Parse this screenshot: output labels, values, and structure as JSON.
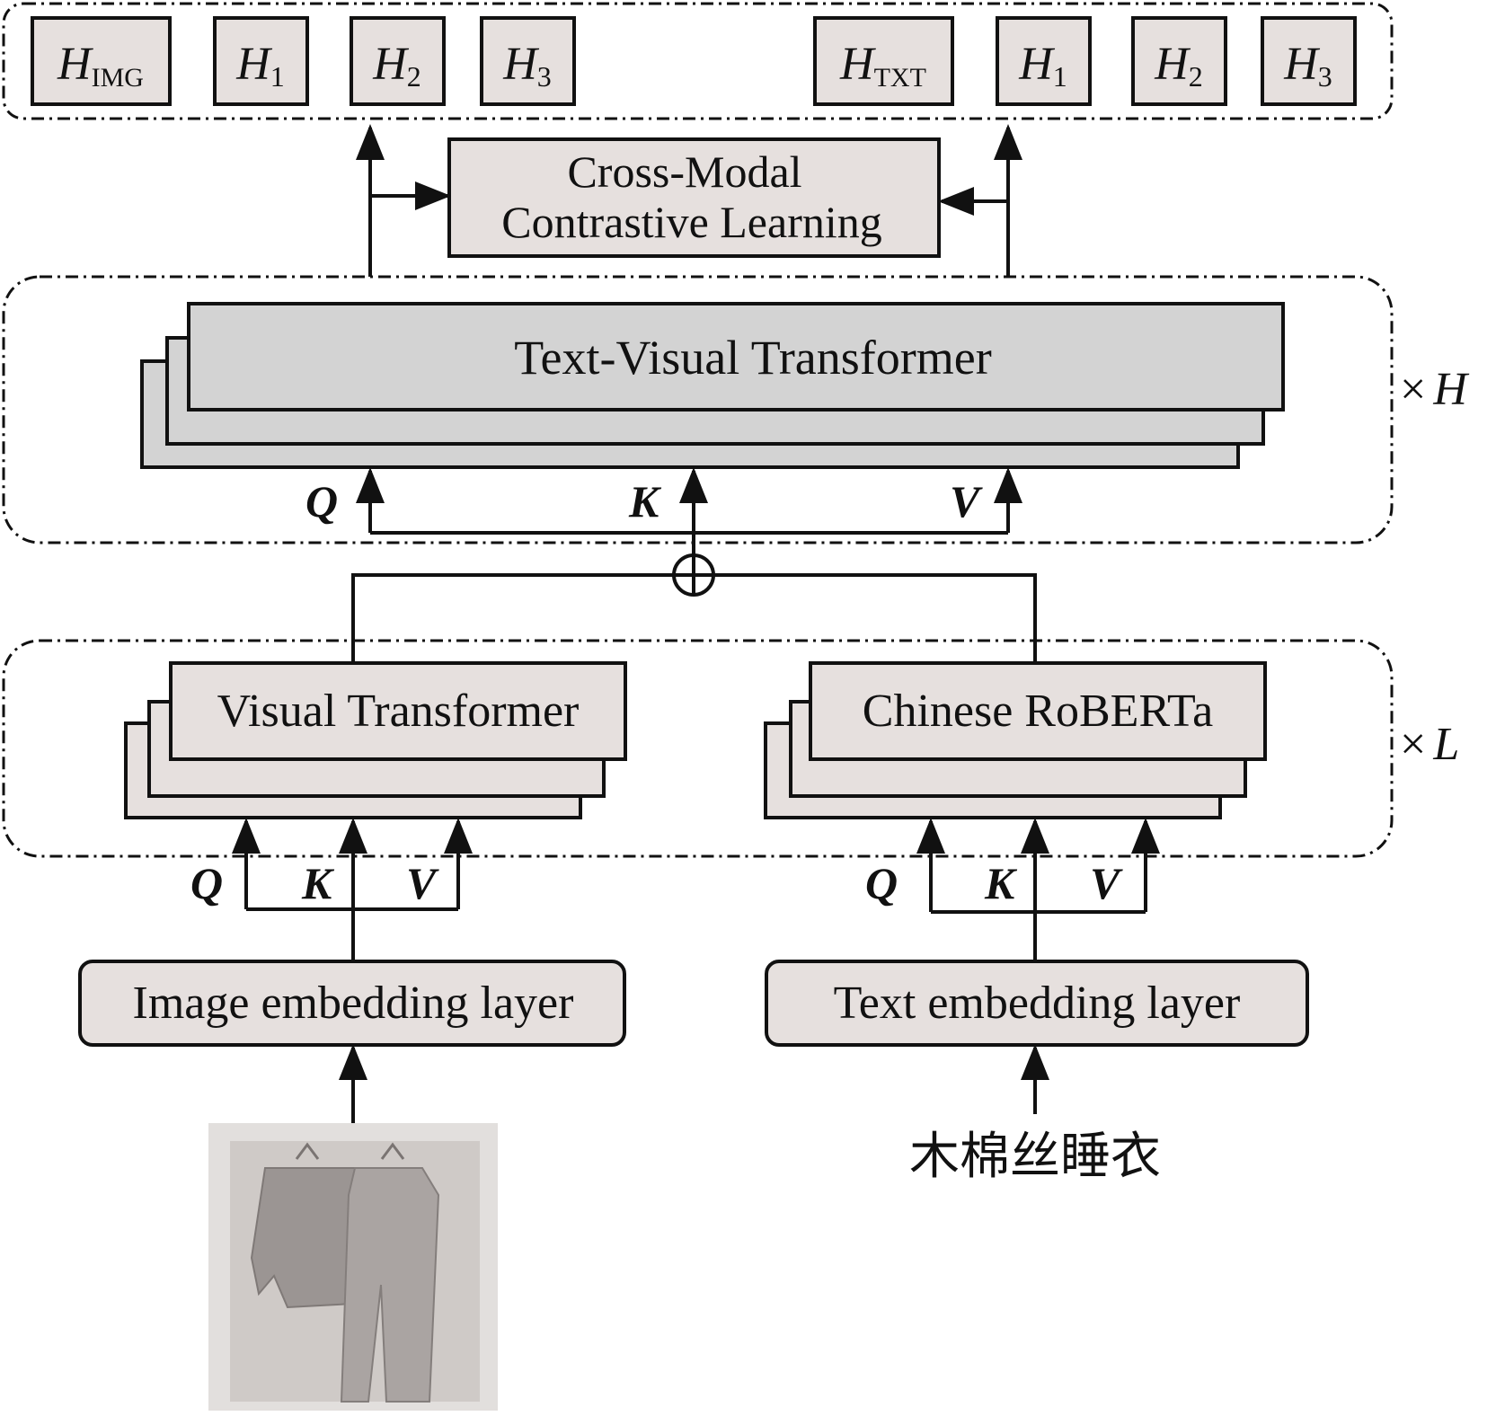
{
  "outputs": {
    "img": {
      "head": "H",
      "sub": "IMG"
    },
    "img_h1": {
      "head": "H",
      "sub": "1"
    },
    "img_h2": {
      "head": "H",
      "sub": "2"
    },
    "img_h3": {
      "head": "H",
      "sub": "3"
    },
    "txt": {
      "head": "H",
      "sub": "TXT"
    },
    "txt_h1": {
      "head": "H",
      "sub": "1"
    },
    "txt_h2": {
      "head": "H",
      "sub": "2"
    },
    "txt_h3": {
      "head": "H",
      "sub": "3"
    }
  },
  "contrastive": {
    "line1": "Cross-Modal",
    "line2": "Contrastive Learning"
  },
  "fusion": {
    "label": "Text-Visual Transformer",
    "repeat_x": "×",
    "repeat_var": "H"
  },
  "qkv": {
    "q": "Q",
    "k": "K",
    "v": "V"
  },
  "sum_symbol": "⊕",
  "visual_encoder": {
    "label": "Visual Transformer"
  },
  "text_encoder": {
    "label": "Chinese RoBERTa"
  },
  "encoder_repeat": {
    "x": "×",
    "var": "L"
  },
  "image_embedding": {
    "label": "Image embedding layer"
  },
  "text_embedding": {
    "label": "Text embedding layer"
  },
  "input_text": "木棉丝睡衣"
}
